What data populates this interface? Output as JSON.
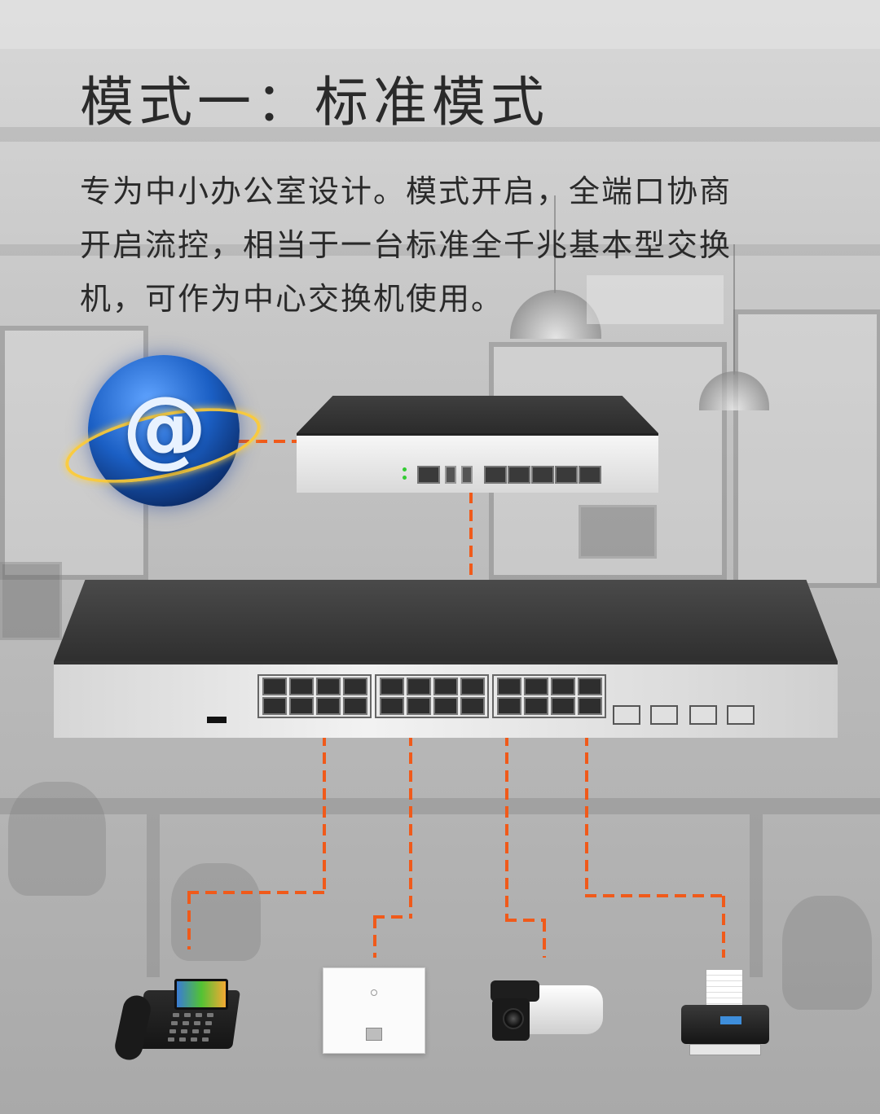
{
  "title": "模式一：标准模式",
  "description_lines": [
    "专为中小办公室设计。模式开启，全端口协商",
    "开启流控，相当于一台标准全千兆基本型交换",
    "机，可作为中心交换机使用。"
  ],
  "colors": {
    "accent_line": "#f05a1a",
    "text": "#2a2a2a"
  },
  "icons": {
    "internet": "at-sign-globe-icon",
    "phone": "ip-phone-icon",
    "panel": "wall-access-point-icon",
    "camera": "ip-camera-icon",
    "printer": "printer-icon"
  }
}
